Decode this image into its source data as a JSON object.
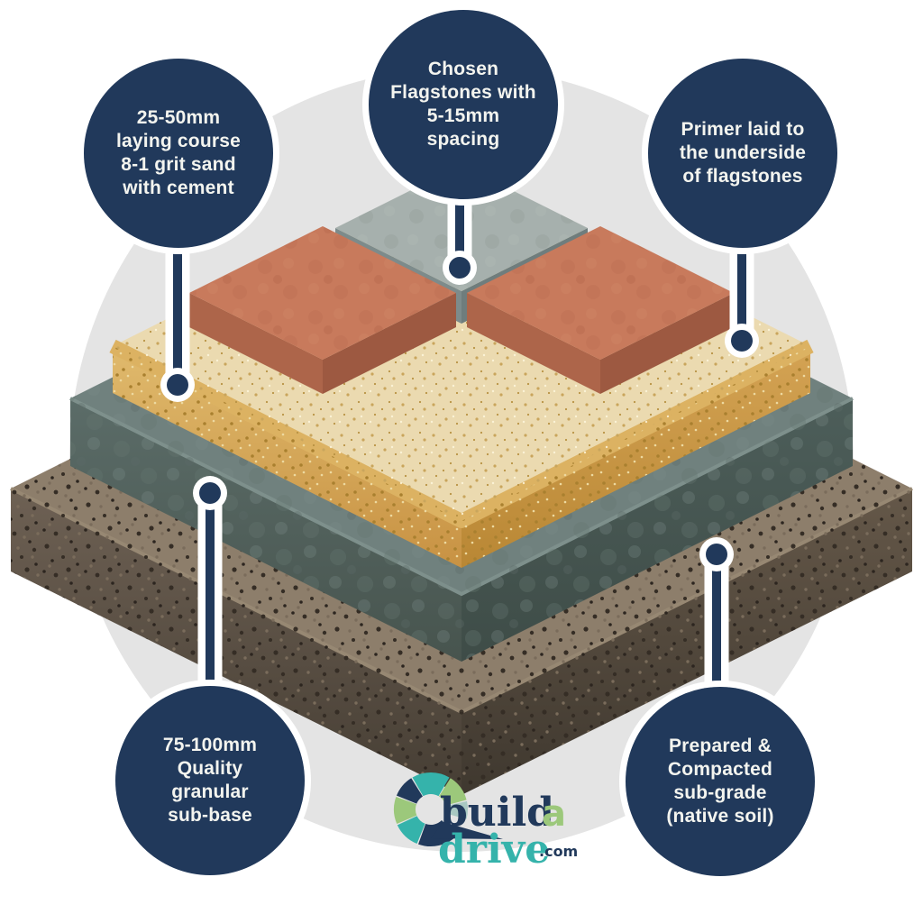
{
  "page": {
    "bg": "#ffffff",
    "backdrop_circle_color": "#e4e4e4"
  },
  "callouts": {
    "bubble_fill": "#21395b",
    "bubble_outline": "#ffffff",
    "text_color": "#f3f4ef",
    "connector_color": "#21395b",
    "connector_outline": "#ffffff",
    "items": [
      {
        "id": "laying-course",
        "lines": [
          "25-50mm",
          "laying course",
          "8-1 grit sand",
          "with cement"
        ]
      },
      {
        "id": "flagstones",
        "lines": [
          "Chosen",
          "Flagstones with",
          "5-15mm",
          "spacing"
        ]
      },
      {
        "id": "primer",
        "lines": [
          "Primer laid to",
          "the underside",
          "of flagstones"
        ]
      },
      {
        "id": "sub-base",
        "lines": [
          "75-100mm",
          "Quality",
          "granular",
          "sub-base"
        ]
      },
      {
        "id": "sub-grade",
        "lines": [
          "Prepared &",
          "Compacted",
          "sub-grade",
          "(native soil)"
        ]
      }
    ]
  },
  "diagram": {
    "flagstone_grey": {
      "top": "#a6b0ad",
      "left": "#7d8b8b",
      "right": "#6f7d7d",
      "blotch": "#97a19d"
    },
    "flagstone_orange": {
      "top": "#c87a5c",
      "left": "#ad654a",
      "right": "#9d5941",
      "blotch": "#bc6e52"
    },
    "sand": {
      "top": "#ebdab0",
      "rim": "#dcb262",
      "face_left_top": "#e0ba6d",
      "face_left_bottom": "#c89243",
      "face_right_top": "#d4a354",
      "face_right_bottom": "#b98734",
      "speckle": "#c9a55c",
      "face_speckle": "#a9802f"
    },
    "subbase": {
      "top": "#70817e",
      "rim": "#7e908c",
      "face_left_top": "#5b6c68",
      "face_left_bottom": "#47544e",
      "face_right_top": "#4d5e5a",
      "face_right_bottom": "#3e4c47",
      "blotch": "#64756f"
    },
    "soil": {
      "top": "#8d7e6b",
      "rim": "#978873",
      "face_left_top": "#6e6154",
      "face_left_bottom": "#463e34",
      "face_right_top": "#655849",
      "face_right_bottom": "#3f382f",
      "speckle_dark": "#352d25",
      "speckle_light": "#7a6c5b"
    }
  },
  "logo": {
    "word_build": "build",
    "word_a": "a",
    "word_drive": "drive",
    "word_dotcom": ".com",
    "navy": "#21395b",
    "green": "#9cc87b",
    "teal": "#35b3ab",
    "pale_teal": "#a8c8c2"
  }
}
